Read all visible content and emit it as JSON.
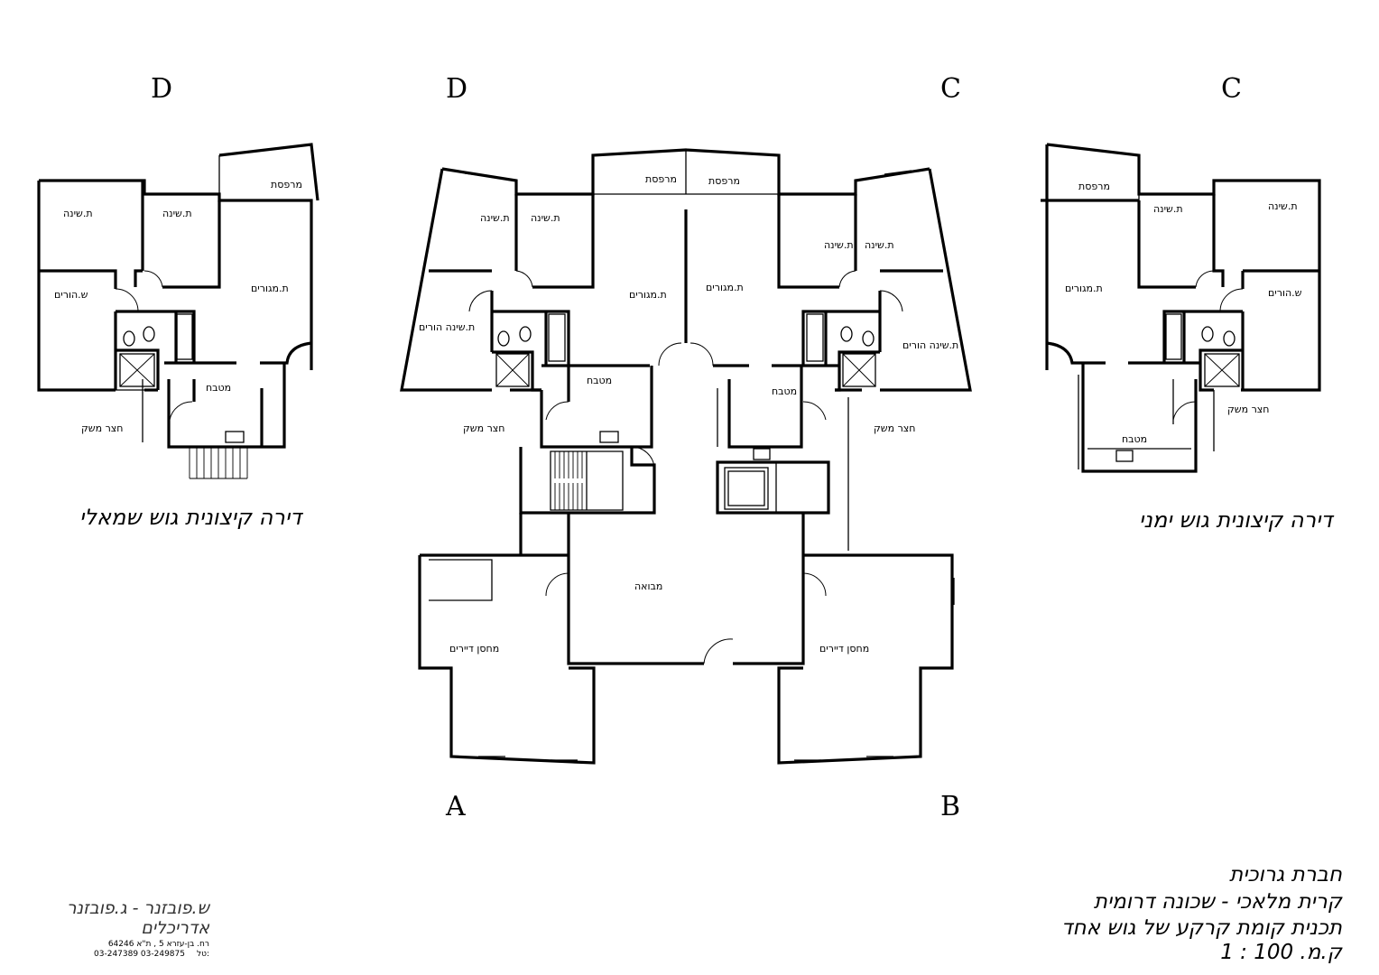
{
  "axes": {
    "left_plan_top": "D",
    "center_top_left": "D",
    "center_top_right": "C",
    "right_plan_top": "C",
    "center_bottom_left": "A",
    "center_bottom_right": "B"
  },
  "plan_titles": {
    "left": "דירה קיצונית גוש שמאלי",
    "right": "דירה קיצונית גוש ימני"
  },
  "rooms": {
    "bedroom": "ת.שינה",
    "living": "ת.מגורים",
    "balcony": "מרפסת",
    "parents_wc": "ש.הורים",
    "parents_bedroom": "ת.שינה הורים",
    "kitchen": "מטבח",
    "service_yard": "חצר משק",
    "entrance": "מבואה",
    "storage": "מחסן דיירים"
  },
  "title_block": {
    "company": "חברת גרוכית",
    "project": "קרית מלאכי - שכונה דרומית",
    "drawing": "תכנית קומת קרקע של גוש אחד",
    "scale": "ק.מ. 100 : 1"
  },
  "architect": {
    "names": "ש.פובזנר - ג.פובזנר",
    "title": "אדריכלים",
    "address": "רח. בן-עזרא 5 , ת\"א 64246",
    "phone_label": "טל:",
    "phones": "03-247389   03-249875"
  }
}
